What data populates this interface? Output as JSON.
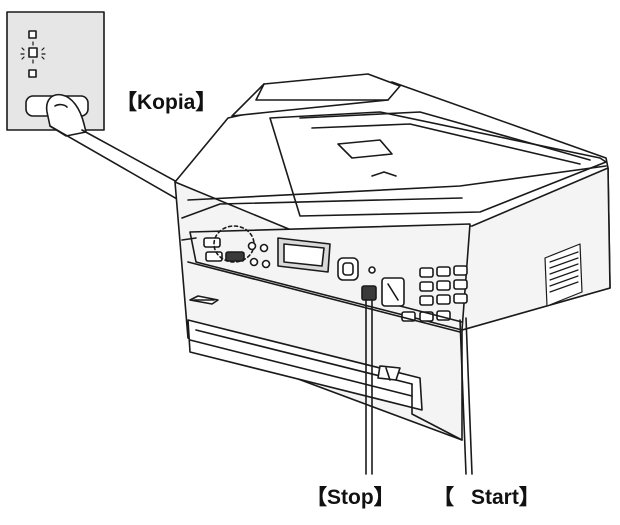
{
  "labels": {
    "kopia": "【Kopia】",
    "stop": "【Stop】",
    "start_bracket": "【",
    "start": "Start】"
  },
  "icons": {
    "copy_button": "finger-press-icon",
    "indicator": "led-indicator-icon"
  },
  "colors": {
    "line": "#1a1a1a",
    "panel_fill": "#e6e6e6",
    "device_fill": "#f4f4f4",
    "shade": "#d9d9d9",
    "dark": "#3a3a3a"
  }
}
